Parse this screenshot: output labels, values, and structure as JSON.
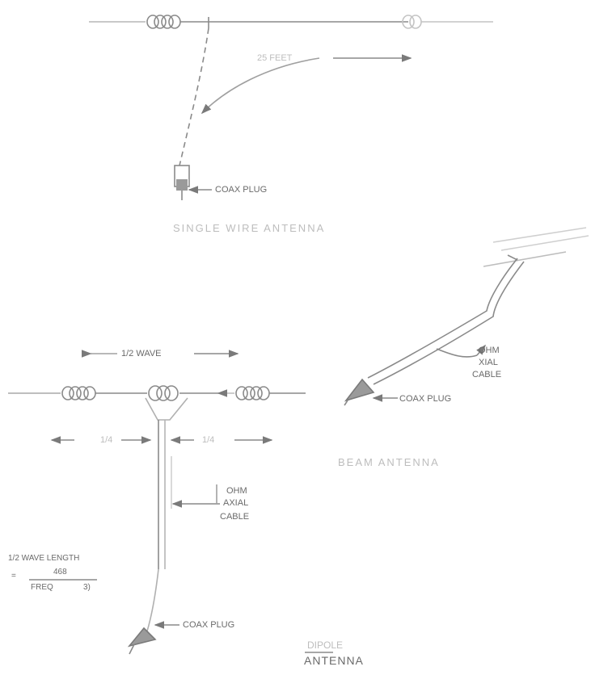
{
  "colors": {
    "ink": "#6a6a6a",
    "faint": "#c8c8c8",
    "background": "#ffffff"
  },
  "single_wire": {
    "length_label": "25 FEET",
    "plug_label": "COAX PLUG",
    "title": "SINGLE WIRE ANTENNA"
  },
  "beam": {
    "cable_label_1": "OHM",
    "cable_label_2": "XIAL",
    "cable_label_3": "CABLE",
    "plug_label": "COAX PLUG",
    "title": "BEAM ANTENNA"
  },
  "dipole": {
    "wave_label": "1/2 WAVE",
    "quarter_left": "1/4",
    "quarter_right": "1/4",
    "cable_label_1": "OHM",
    "cable_label_2": "AXIAL",
    "cable_label_3": "CABLE",
    "formula_label": "1/2 WAVE LENGTH",
    "formula_eq": "=",
    "formula_num": "468",
    "formula_den": "FREQ",
    "formula_tail": "3)",
    "plug_label": "COAX PLUG",
    "title_1": "DIPOLE",
    "title_2": "ANTENNA"
  }
}
